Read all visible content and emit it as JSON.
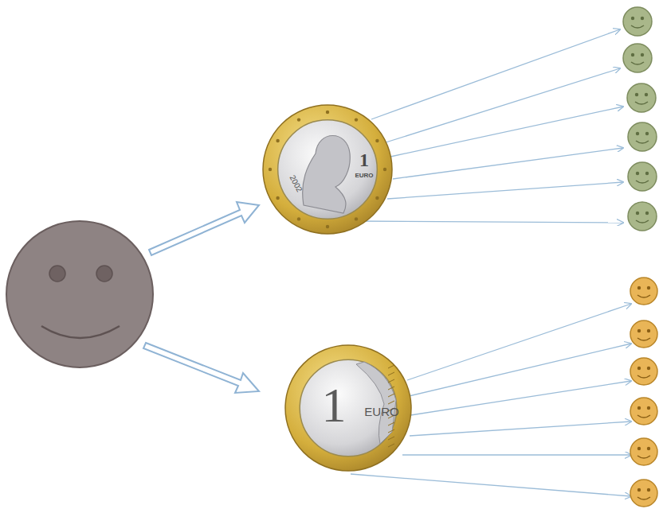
{
  "diagram": {
    "nodes": [
      {
        "text": [
          "1",
          "EURO",
          "2002"
        ]
      },
      {
        "text": [
          "1",
          "EURO"
        ]
      }
    ]
  }
}
